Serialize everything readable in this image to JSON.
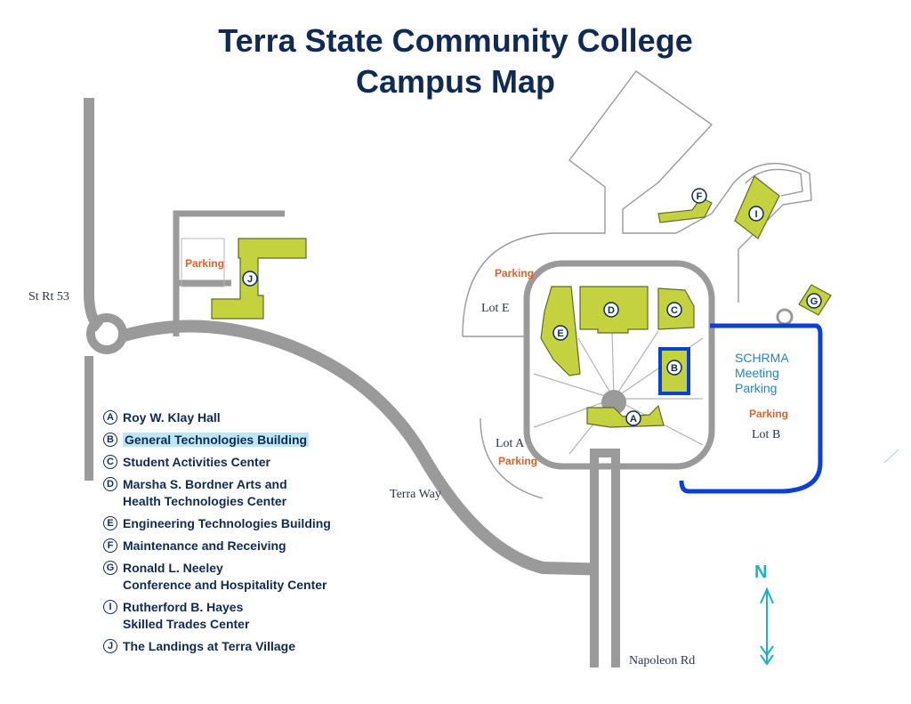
{
  "title": {
    "line1": "Terra State Community College",
    "line2": "Campus Map"
  },
  "roads": {
    "st_rt_53": "St Rt 53",
    "terra_way": "Terra Way",
    "napoleon_rd": "Napoleon Rd"
  },
  "parking_lots": [
    {
      "id": "left_parking",
      "label": "Parking"
    },
    {
      "id": "lot_e",
      "label": "Parking",
      "lot": "Lot E"
    },
    {
      "id": "lot_a",
      "label": "Parking",
      "lot": "Lot A"
    },
    {
      "id": "lot_b",
      "label": "Parking",
      "lot": "Lot B"
    }
  ],
  "annotation": {
    "text_line1": "SCHRMA",
    "text_line2": "Meeting",
    "text_line3": "Parking",
    "color": "#0a3fd8"
  },
  "buildings": [
    {
      "letter": "A",
      "name": "Roy W. Klay Hall"
    },
    {
      "letter": "B",
      "name": "General Technologies Building",
      "highlighted": true
    },
    {
      "letter": "C",
      "name": "Student Activities Center"
    },
    {
      "letter": "D",
      "name_line1": "Marsha S. Bordner Arts and",
      "name_line2": "Health Technologies Center"
    },
    {
      "letter": "E",
      "name": "Engineering Technologies Building"
    },
    {
      "letter": "F",
      "name": "Maintenance and Receiving"
    },
    {
      "letter": "G",
      "name_line1": "Ronald L. Neeley",
      "name_line2": "Conference and Hospitality Center"
    },
    {
      "letter": "I",
      "name_line1": "Rutherford B. Hayes",
      "name_line2": "Skilled Trades Center"
    },
    {
      "letter": "J",
      "name": "The Landings at Terra Village"
    }
  ],
  "compass": {
    "label": "N",
    "color": "#1ab2c8"
  },
  "colors": {
    "title": "#0f2a55",
    "road": "#9a9a9a",
    "building": "#c5d23f",
    "parking_label": "#e2612a",
    "highlight": "#bfe6f4"
  }
}
